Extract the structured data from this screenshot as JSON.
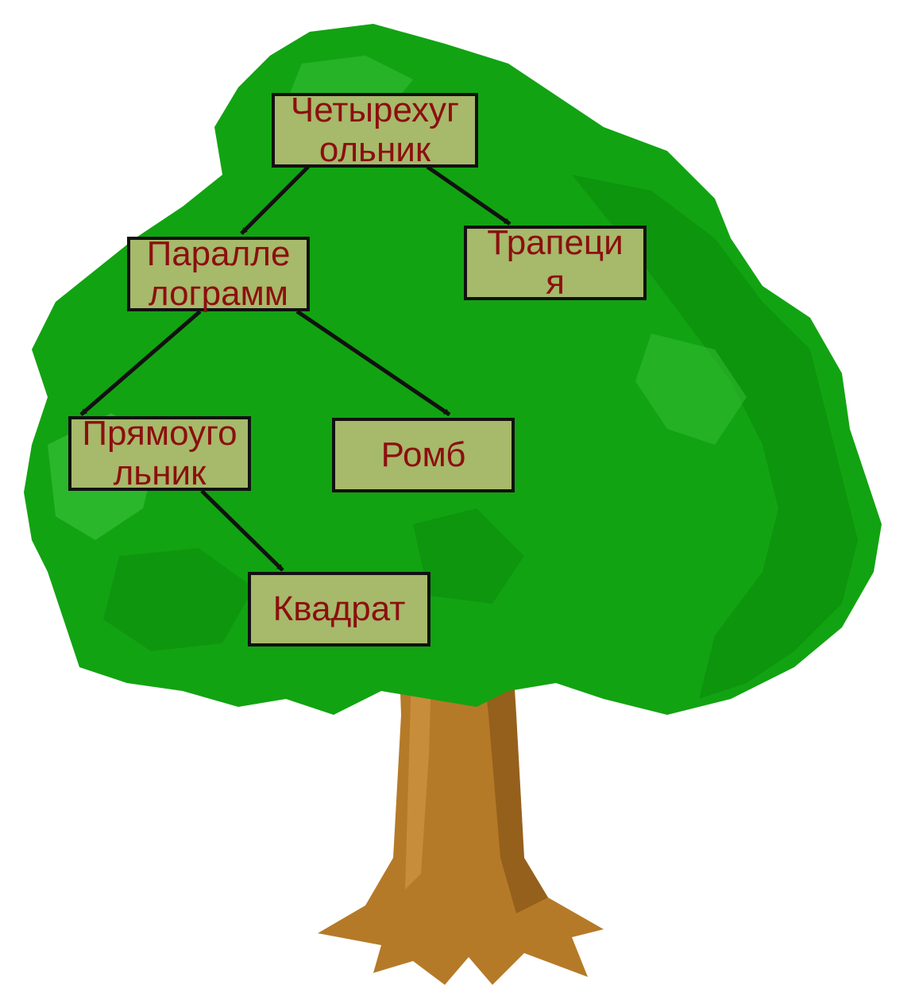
{
  "nodes": {
    "quadrilateral": "Четырехугольник",
    "parallelogram": "Параллелограмм",
    "trapezoid": "Трапеция",
    "rectangle": "Прямоугольник",
    "rhombus": "Ромб",
    "square": "Квадрат"
  },
  "colors": {
    "foliage": "#12a312",
    "foliage_highlight": "#3cc43c",
    "foliage_shadow": "#0a8a0a",
    "trunk": "#b57a28",
    "trunk_shadow": "#7a4b12",
    "node_fill": "#a7b96a",
    "node_text": "#8b0f0f",
    "arrow": "#111111"
  }
}
